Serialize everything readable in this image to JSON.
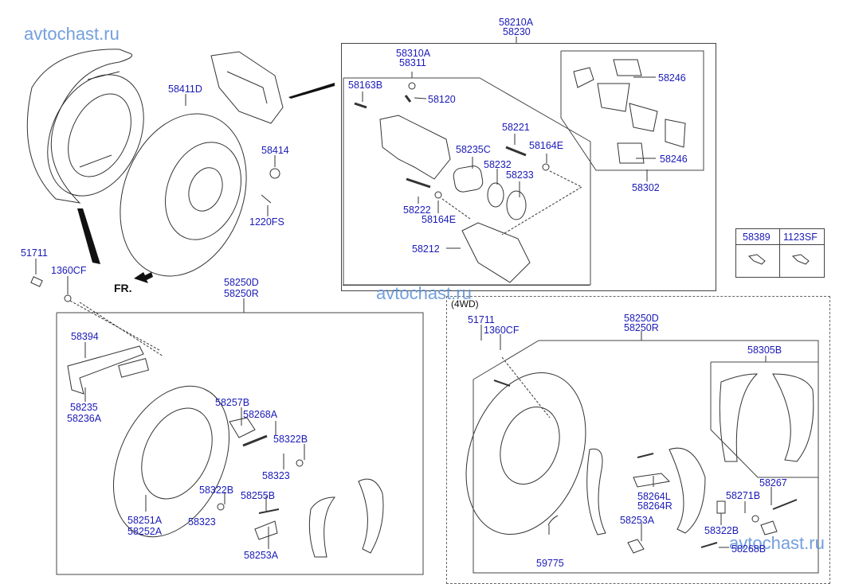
{
  "watermarks": [
    "avtochast.ru",
    "avtochast.ru",
    "avtochast.ru"
  ],
  "orientation_label": "FR.",
  "variant_label": "(4WD)",
  "rotor_group": {
    "rotor": "58411D",
    "cap": "58414",
    "screw": "1220FS",
    "bolt": "51711",
    "washer": "1360CF"
  },
  "caliper_assembly": {
    "title_line1": "58210A",
    "title_line2": "58230",
    "sub_title_line1": "58310A",
    "sub_title_line2": "58311",
    "parts": [
      "58163B",
      "58120",
      "58221",
      "58164E",
      "58235C",
      "58232",
      "58233",
      "58222",
      "58164E",
      "58212"
    ],
    "pad_kit": {
      "label": "58302",
      "clips": [
        "58246",
        "58246"
      ]
    }
  },
  "bolt_table": {
    "headers": [
      "58389",
      "1123SF"
    ]
  },
  "parking_brake_2wd": {
    "title_line1": "58250D",
    "title_line2": "58250R",
    "parts": [
      "58394",
      "58235",
      "58236A",
      "58257B",
      "58268A",
      "58322B",
      "58323",
      "58322B",
      "58323",
      "58255B",
      "58251A",
      "58252A",
      "58253A"
    ]
  },
  "parking_brake_4wd": {
    "bolt": "51711",
    "washer": "1360CF",
    "title_line1": "58250D",
    "title_line2": "58250R",
    "shoe_kit": "58305B",
    "parts": [
      "58267",
      "58271B",
      "58264L",
      "58264R",
      "58253A",
      "58322B",
      "59775",
      "58268B"
    ]
  }
}
